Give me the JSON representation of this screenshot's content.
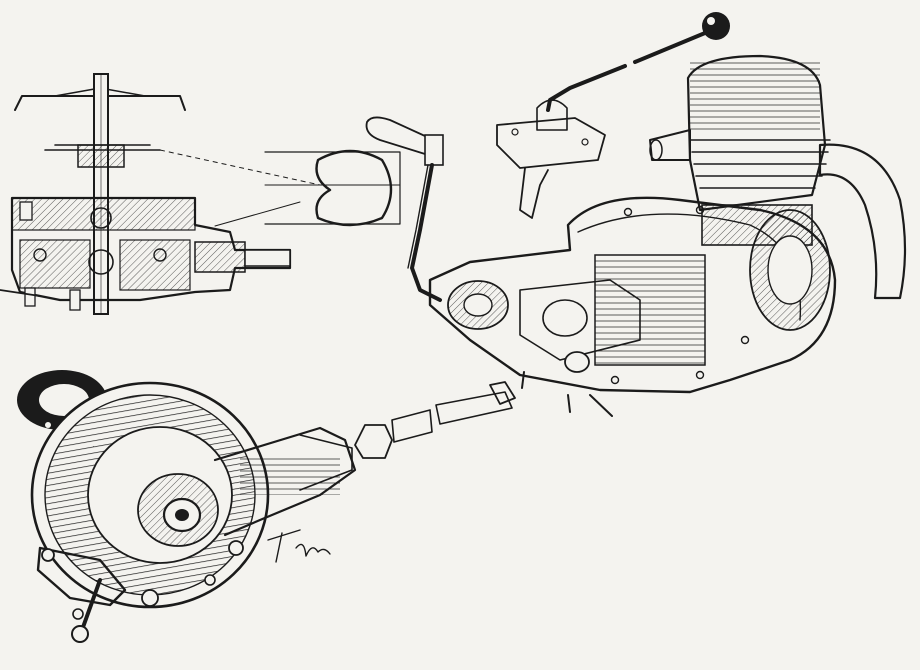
{
  "drawing": {
    "paper_color": "#f4f3ef",
    "ink_color": "#1b1b1b",
    "signature": "Tupor",
    "parts": [
      "shaft-section-view",
      "clamp-detail",
      "gear-lever",
      "kickstart-lever",
      "engine-cylinder",
      "exhaust-pipe",
      "crankcase-gearbox",
      "drive-shaft",
      "rear-hub-final-drive"
    ]
  }
}
